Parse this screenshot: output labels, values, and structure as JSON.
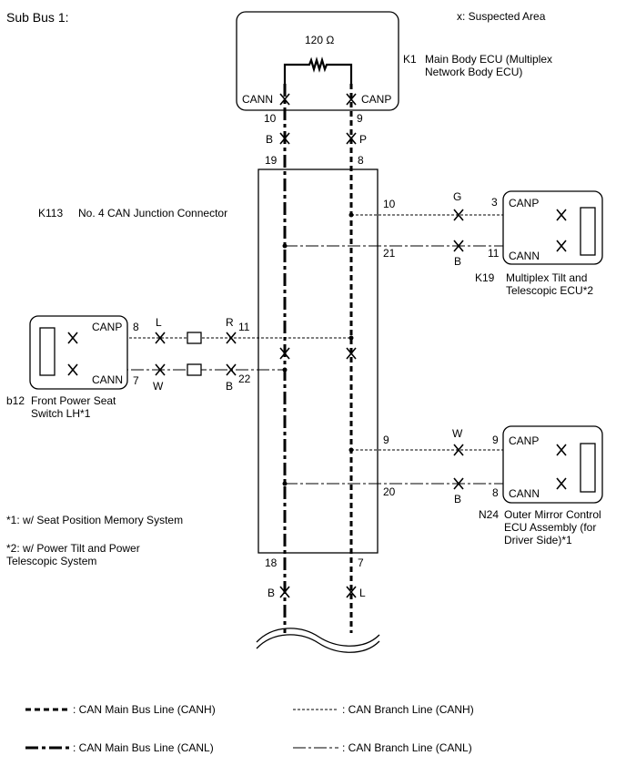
{
  "title": "Sub Bus 1:",
  "suspected_note": "x: Suspected Area",
  "resistor": "120 Ω",
  "ecus": {
    "k1": {
      "code": "K1",
      "name_line1": "Main Body ECU (Multiplex",
      "name_line2": "Network Body ECU)",
      "cann": "CANN",
      "canp": "CANP",
      "pin_cann": "10",
      "pin_canp": "9",
      "wire_cann": "B",
      "wire_canp": "P"
    },
    "k113": {
      "code": "K113",
      "name": "No. 4 CAN Junction Connector",
      "pin_top_left": "19",
      "pin_top_right": "8",
      "pin_bottom_left": "18",
      "pin_bottom_right": "7",
      "wire_bottom_left": "B",
      "wire_bottom_right": "L"
    },
    "k19": {
      "code": "K19",
      "name_line1": "Multiplex Tilt and",
      "name_line2": "Telescopic ECU*2",
      "canp": "CANP",
      "cann": "CANN",
      "jc_pin_canp": "10",
      "jc_pin_cann": "21",
      "pin_canp": "3",
      "pin_cann": "11",
      "wire_canp": "G",
      "wire_cann": "B"
    },
    "b12": {
      "code": "b12",
      "name_line1": "Front Power Seat",
      "name_line2": "Switch LH*1",
      "canp": "CANP",
      "cann": "CANN",
      "pin_canp": "8",
      "pin_cann": "7",
      "wire_canp_left": "L",
      "wire_cann_left": "W",
      "wire_canp_right": "R",
      "wire_cann_right": "B",
      "jc_pin_canp": "11",
      "jc_pin_cann": "22"
    },
    "n24": {
      "code": "N24",
      "name_line1": "Outer Mirror Control",
      "name_line2": "ECU Assembly (for",
      "name_line3": "Driver Side)*1",
      "canp": "CANP",
      "cann": "CANN",
      "jc_pin_canp": "9",
      "jc_pin_cann": "20",
      "pin_canp": "9",
      "pin_cann": "8",
      "wire_canp": "W",
      "wire_cann": "B"
    }
  },
  "notes": {
    "n1": "*1: w/ Seat Position Memory System",
    "n2_line1": "*2: w/ Power Tilt and Power",
    "n2_line2": "Telescopic System"
  },
  "legend": {
    "main_canh": ": CAN Main Bus Line (CANH)",
    "main_canl": ": CAN Main Bus Line (CANL)",
    "branch_canh": ": CAN Branch Line (CANH)",
    "branch_canl": ": CAN Branch Line (CANL)"
  }
}
